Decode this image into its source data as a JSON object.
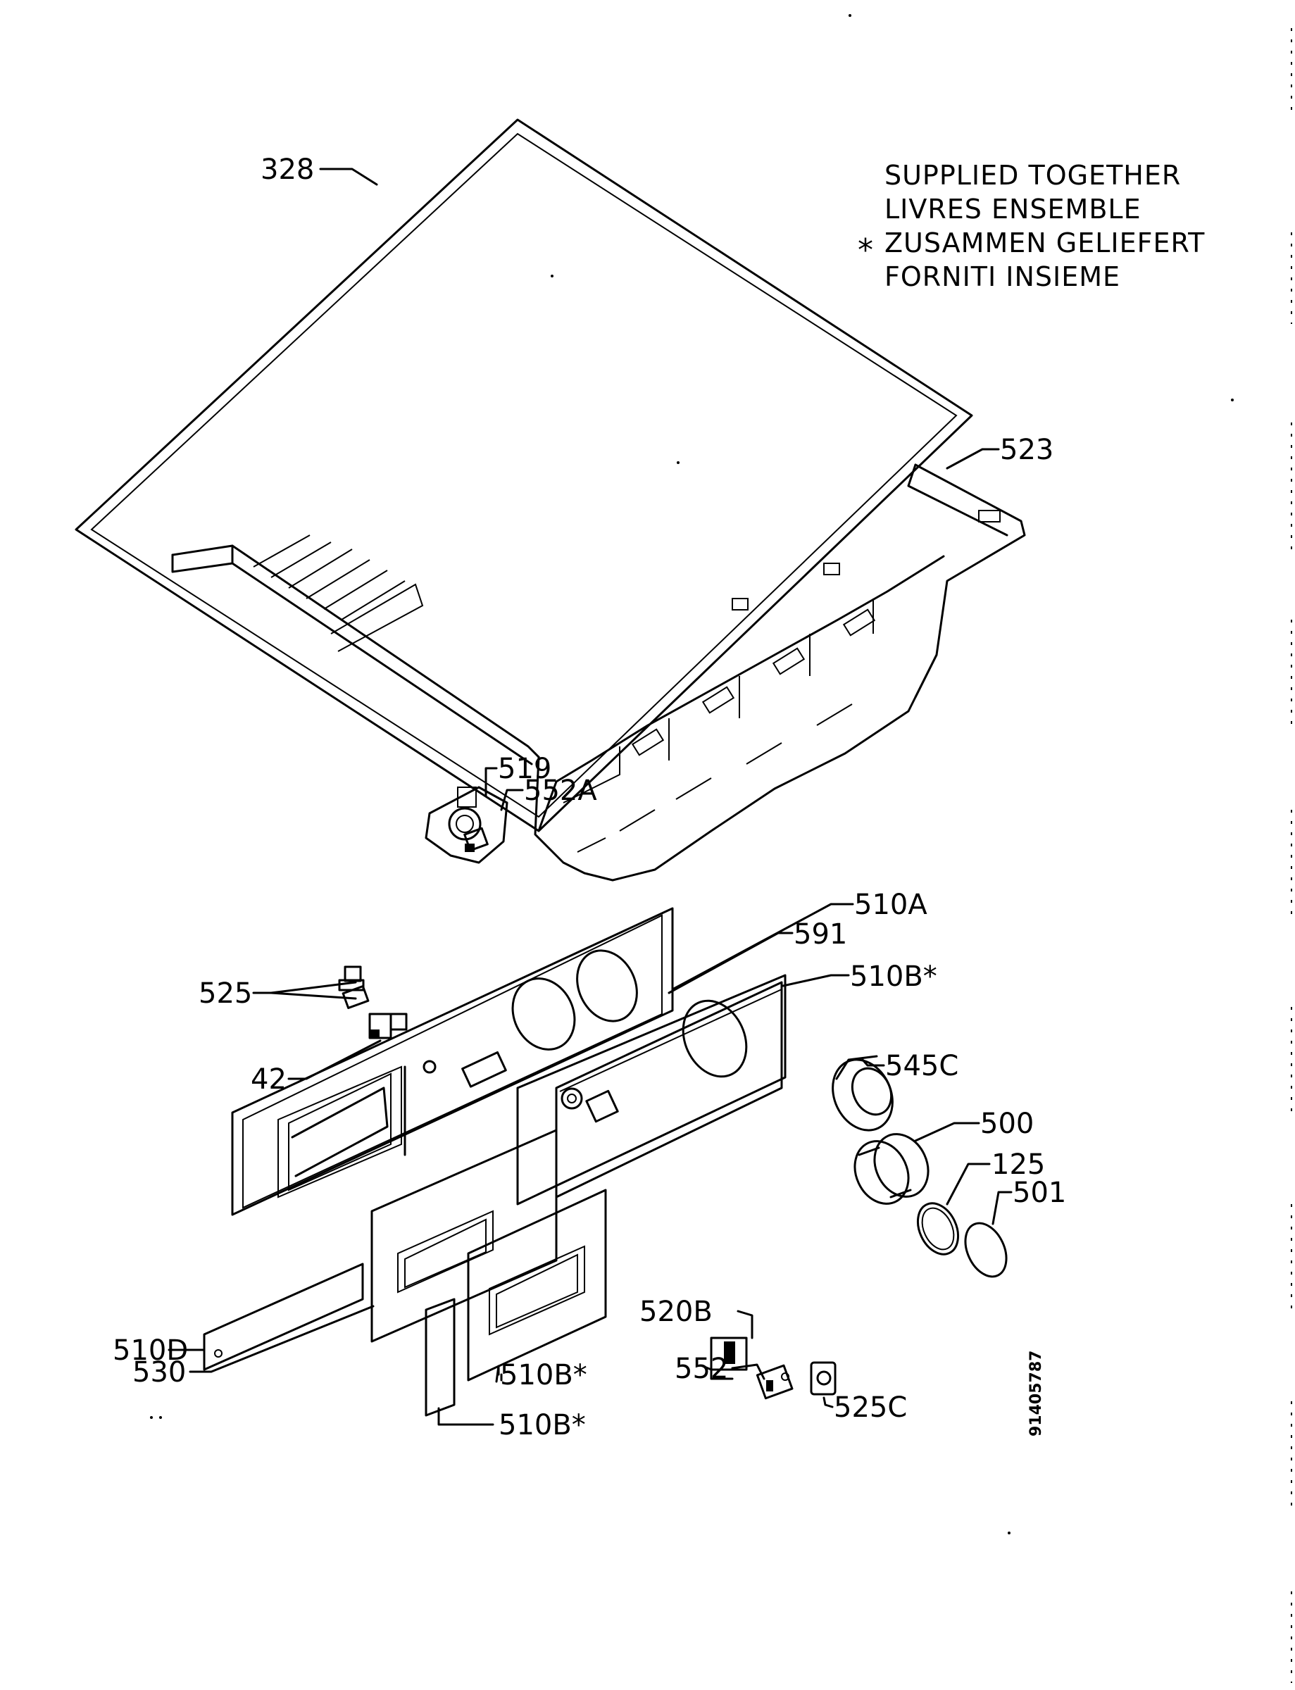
{
  "note": {
    "lines": [
      "SUPPLIED TOGETHER",
      "LIVRES ENSEMBLE",
      "ZUSAMMEN GELIEFERT",
      "FORNITI INSIEME"
    ],
    "marker": "*"
  },
  "labels": {
    "p328": "328",
    "p523": "523",
    "p519": "519",
    "p552a": "552A",
    "p510a": "510A",
    "p591": "591",
    "p510b_top": "510B*",
    "p525": "525",
    "p42": "42",
    "p545c": "545C",
    "p500": "500",
    "p125": "125",
    "p501": "501",
    "p510d": "510D",
    "p530": "530",
    "p520b": "520B",
    "p552": "552",
    "p510b_mid": "510B*",
    "p510b_low": "510B*",
    "p525c": "525C"
  },
  "drawing_code": "91405787"
}
